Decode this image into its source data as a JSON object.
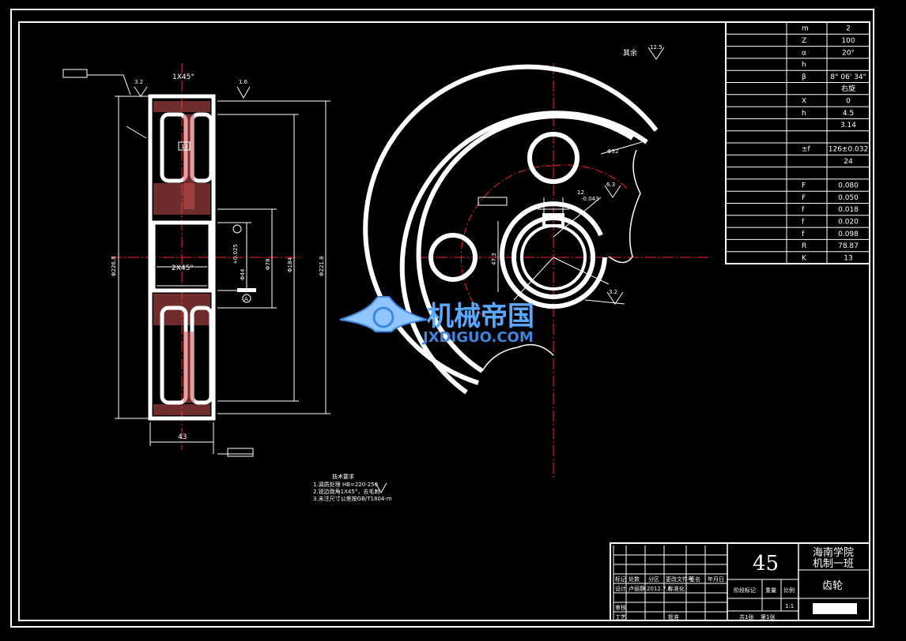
{
  "roughness": {
    "label": "其余",
    "value": "12.5"
  },
  "params": {
    "rows": [
      {
        "symbol": "m",
        "value": "2"
      },
      {
        "symbol": "Z",
        "value": "100"
      },
      {
        "symbol": "α",
        "value": "20°"
      },
      {
        "symbol": "h",
        "value": ""
      },
      {
        "symbol": "β",
        "value": "8° 06' 34\""
      },
      {
        "symbol": "",
        "value": "右旋"
      },
      {
        "symbol": "X",
        "value": "0"
      },
      {
        "symbol": "h",
        "value": "4.5"
      },
      {
        "symbol": "",
        "value": "3.14"
      },
      {
        "symbol": "",
        "value": ""
      },
      {
        "symbol": "±f",
        "value": "126±0.032"
      },
      {
        "symbol": "",
        "value": "24"
      },
      {
        "symbol": "",
        "value": ""
      },
      {
        "symbol": "F",
        "value": "0.080"
      },
      {
        "symbol": "F",
        "value": "0.050"
      },
      {
        "symbol": "f",
        "value": "0.018"
      },
      {
        "symbol": "f",
        "value": "0.020"
      },
      {
        "symbol": "f",
        "value": "0.098"
      },
      {
        "symbol": "R",
        "value": "78.87"
      },
      {
        "symbol": "K",
        "value": "13"
      }
    ]
  },
  "dims": {
    "chamfer_top": "1X45°",
    "chamfer_mid": "2X45°",
    "width": "43",
    "bore": "Φ44",
    "bore_tol": "+0.025",
    "hub": "Φ78",
    "rim_inner": "Φ184",
    "od": "Φ221.8",
    "pitch": "Φ226.8",
    "web": "13",
    "keyway": "12",
    "key_depth": "47.3",
    "key_tol": "-0.043",
    "r_hub": "6.3",
    "r_face": "3.2",
    "rough_a": "3.2",
    "rough_b": "1.6",
    "hole": "Φ32",
    "datum": "A"
  },
  "notes": {
    "heading": "技术要求",
    "lines": [
      "1.调质处理 HB=220-250",
      "2.锐边倒角1X45°，去毛刺",
      "3.未注尺寸公差按GB/T1804-m"
    ]
  },
  "title_block": {
    "material": "45",
    "school_line1": "海南学院",
    "school_line2": "机制一班",
    "part_name": "齿轮",
    "scale_label": "比例",
    "scale": "1:1",
    "weight_label": "重量",
    "stage_label": "阶段标记",
    "sheets": "共1张",
    "sheet_no": "第1张",
    "rev_cols": [
      "标记",
      "处数",
      "分区",
      "更改文件号",
      "签名",
      "年月日"
    ],
    "design_label": "设计",
    "designer": "卢丽静",
    "design_date": "2012.7.8",
    "std_label": "标准化",
    "approve_label": "批准",
    "check_label": "审核",
    "process_label": "工艺"
  },
  "watermark": {
    "cn": "机械帝国",
    "en": "JXDIGUO.COM"
  },
  "colors": {
    "background": "#000000",
    "lines": "#ffffff",
    "center": "#ff2020",
    "watermark": "#5aa9ff"
  }
}
